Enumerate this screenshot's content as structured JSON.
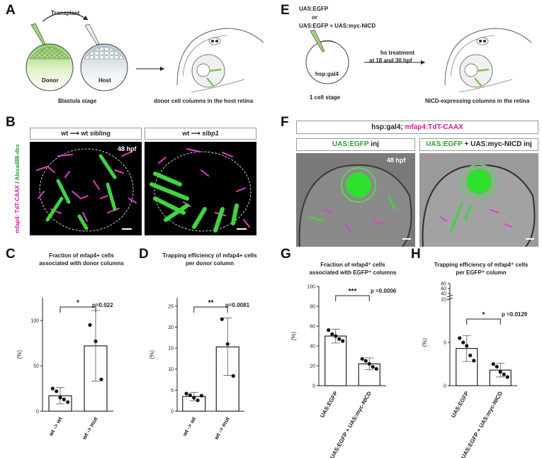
{
  "panels": {
    "A": {
      "letter": "A",
      "transplant": "Transplant",
      "donor": "Donor",
      "host": "Host",
      "stage": "Blastula stage",
      "result": "donor cell columns in the host retina"
    },
    "B": {
      "letter": "B",
      "left_from": "wt",
      "left_to": "wt sibling",
      "right_from": "wt",
      "right_to": "slbp1",
      "timepoint": "48 hpf",
      "side_label_magenta": "mfap4: TdT-CAAX",
      "side_label_sep": " / ",
      "side_label_green": "Alexa488-dex"
    },
    "E": {
      "letter": "E",
      "construct1": "UAS:EGFP",
      "or": "or",
      "construct2": "UAS:EGFP + UAS:myc-NICD",
      "embryo": "hsp:gal4",
      "treatment_line1": "hs treatment",
      "treatment_line2": "at 18 and 30 hpf",
      "stage": "1 cell stage",
      "result": "NICD-expressing columns in the retina"
    },
    "F": {
      "letter": "F",
      "header_black": "hsp:gal4; ",
      "header_magenta": "mfap4:TdT-CAAX",
      "left_green": "UAS:EGFP",
      "left_rest": " inj",
      "right_green": "UAS:EGFP",
      "right_rest": " + UAS:myc-NICD inj",
      "timepoint": "48 hpf"
    },
    "C": {
      "letter": "C",
      "title": "Fraction of mfap4+ cells\nassociated with donor columns"
    },
    "D": {
      "letter": "D",
      "title": "Trapping efficiency of mfap4+ cells\nper donor column"
    },
    "G": {
      "letter": "G",
      "title": "Fraction of mfap4⁺ cells\nassociated with EGFP⁺ columns"
    },
    "H": {
      "letter": "H",
      "title": "Trapping efficiency of mfap4⁺ cells\nper EGFP⁺ column"
    }
  },
  "chart_data": [
    {
      "panel": "C",
      "type": "bar",
      "categories": [
        "wt -> wt",
        "wt -> mut"
      ],
      "values": [
        17,
        72
      ],
      "errors": [
        [
          8,
          26
        ],
        [
          33,
          111
        ]
      ],
      "points": [
        [
          25,
          22,
          15,
          13,
          10
        ],
        [
          95,
          77,
          35
        ]
      ],
      "ylabel": "(%)",
      "ylim": [
        0,
        125
      ],
      "yticks": [
        0,
        50,
        100
      ],
      "significance": "*",
      "p_value": "p=0.022"
    },
    {
      "panel": "D",
      "type": "bar",
      "categories": [
        "wt -> wt",
        "wt -> mut"
      ],
      "values": [
        3.5,
        15.3
      ],
      "errors": [
        [
          2.5,
          4.5
        ],
        [
          8.5,
          22.2
        ]
      ],
      "points": [
        [
          4.2,
          3.8,
          3.2,
          2.6,
          3.7
        ],
        [
          21.9,
          16.0,
          8.4
        ]
      ],
      "ylabel": "(%)",
      "ylim": [
        0,
        27
      ],
      "yticks": [
        0,
        5,
        10,
        15,
        20,
        25
      ],
      "significance": "**",
      "p_value": "p=0.0081"
    },
    {
      "panel": "G",
      "type": "bar",
      "categories": [
        "UAS:EGFP",
        "UAS:EGFP + UAS:myc-NICD"
      ],
      "values": [
        50,
        22
      ],
      "errors": [
        [
          43,
          57
        ],
        [
          16,
          28
        ]
      ],
      "points": [
        [
          56,
          52,
          50,
          47,
          45
        ],
        [
          27,
          25,
          22,
          19,
          17
        ]
      ],
      "ylabel": "(%)",
      "ylim": [
        0,
        100
      ],
      "yticks": [
        0,
        20,
        40,
        60,
        80,
        100
      ],
      "significance": "***",
      "p_value": "p =0.0006"
    },
    {
      "panel": "H",
      "type": "bar",
      "categories": [
        "UAS:EGFP",
        "UAS:EGFP + UAS:myc-NICD"
      ],
      "values": [
        4.3,
        1.8
      ],
      "errors": [
        [
          2.8,
          5.8
        ],
        [
          1.0,
          2.6
        ]
      ],
      "points": [
        [
          5.5,
          5.0,
          4.6,
          3.5,
          2.9
        ],
        [
          2.5,
          2.2,
          1.6,
          1.3,
          1.0
        ]
      ],
      "ylabel": "(%)",
      "ylim": [
        0,
        10
      ],
      "yticks": [
        0,
        5,
        10
      ],
      "yticks_upper": [
        40,
        60,
        80
      ],
      "significance": "*",
      "p_value": "p =0.0129"
    }
  ]
}
